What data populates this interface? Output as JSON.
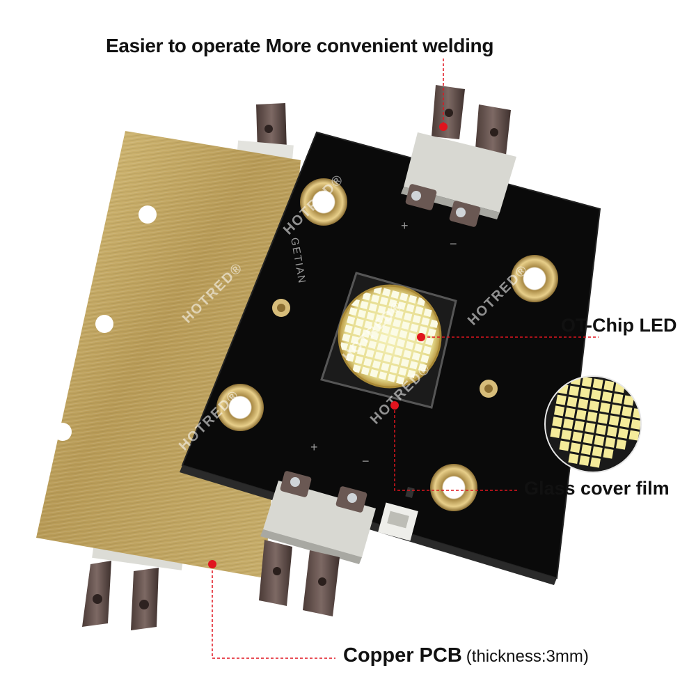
{
  "callouts": {
    "top": "Easier to operate More convenient welding",
    "chip": "OT-Chip LED",
    "glass": "Glass cover film",
    "pcb": "Copper PCB",
    "pcb_note": "(thickness:3mm)"
  },
  "board": {
    "maker_text": "GETIAN",
    "plus": "+",
    "minus": "−"
  },
  "watermark": "HOTRED®",
  "colors": {
    "accent": "#e0141e",
    "board": "#0a0a0a",
    "copper": "#c2a867",
    "chip": "#ece6a0"
  }
}
